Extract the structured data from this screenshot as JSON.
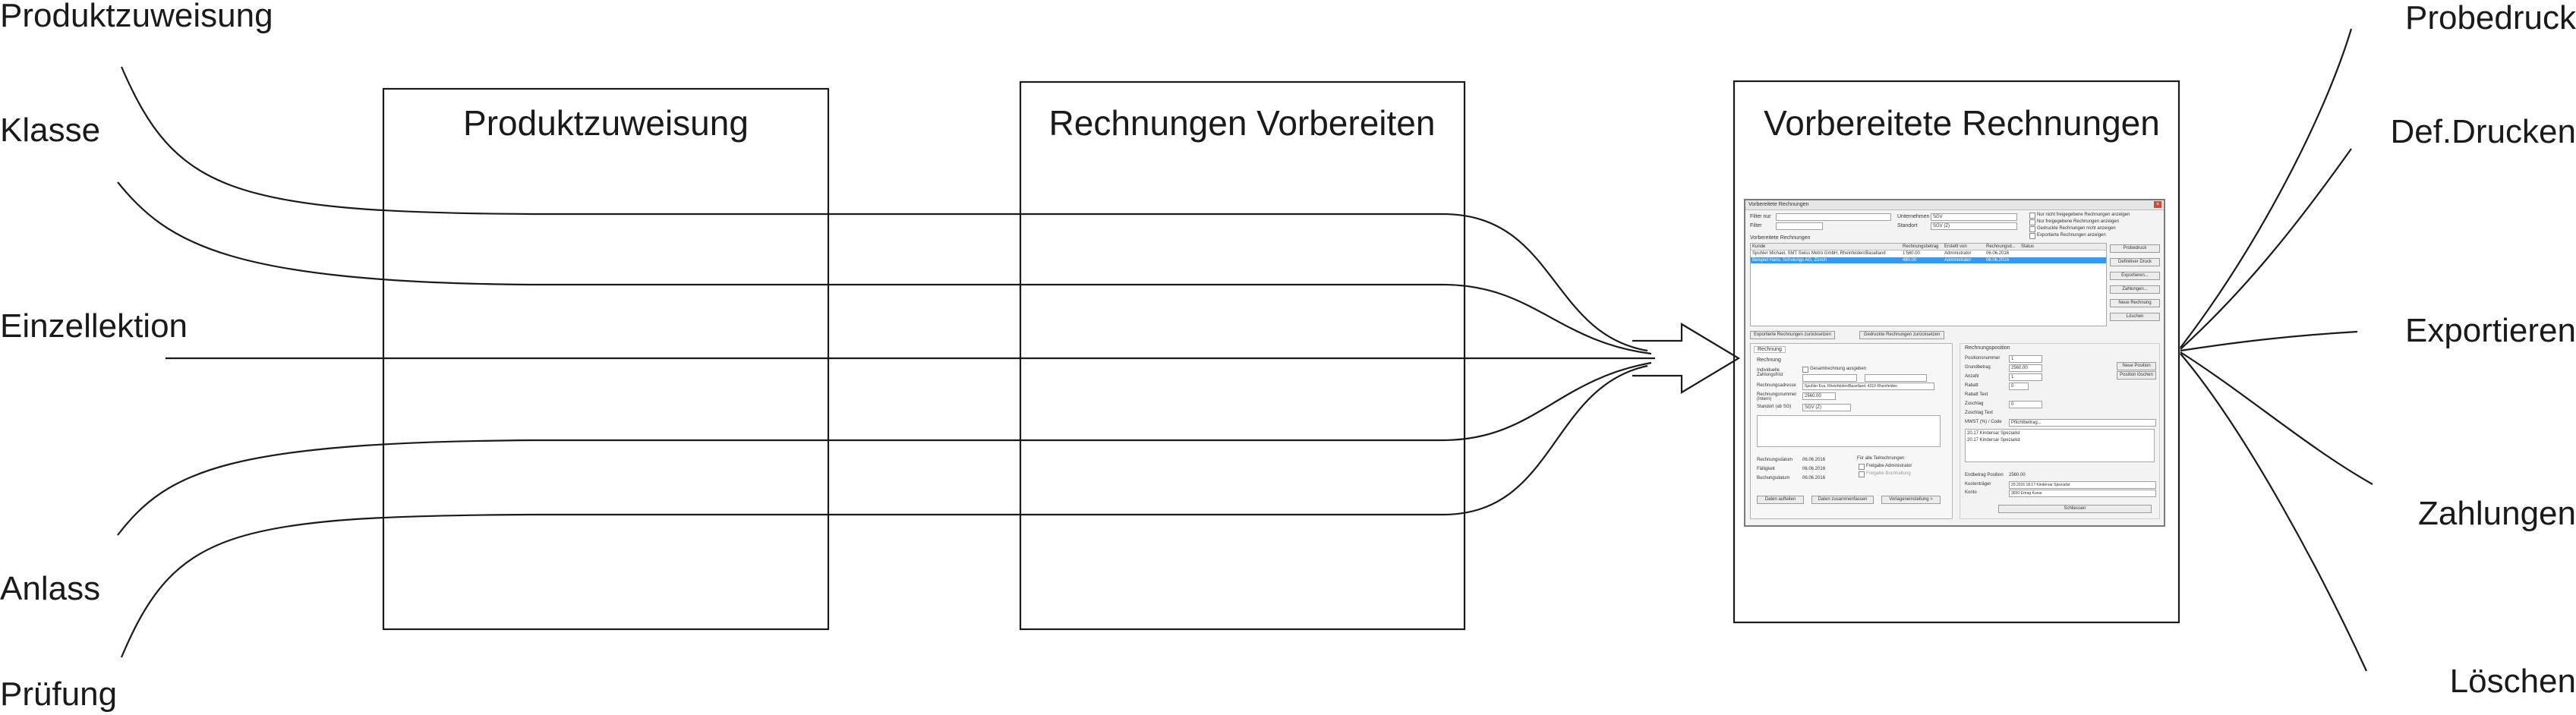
{
  "inputs": [
    "Produktzuweisung",
    "Klasse",
    "Einzellektion",
    "Anlass",
    "Prüfung"
  ],
  "boxes": {
    "box1": "Produktzuweisung",
    "box2": "Rechnungen Vorbereiten",
    "box3": "Vorbereitete Rechnungen"
  },
  "outputs": [
    "Probedruck",
    "Def.Drucken",
    "Exportieren",
    "Zahlungen",
    "Löschen"
  ],
  "screenshot": {
    "window_title": "Vorbereitete Rechnungen",
    "filter_label": "Filter nur",
    "filter2_label": "Filter",
    "unternehmen_label": "Unternehmen",
    "standort_label": "Standort",
    "unternehmen_value": "SGV",
    "standort_value": "SGV (Z)",
    "checkboxes": [
      "Nur nicht freigegebene Rechnungen anzeigen",
      "Nur freigegebene Rechnungen anzeigen",
      "Gedruckte Rechnungen nicht anzeigen",
      "Exportierte Rechnungen anzeigen"
    ],
    "section_label": "Vorbereitete Rechnungen",
    "table_headers": [
      "Kunde",
      "Rechnungsbetrag",
      "Erstellt von",
      "Rechnungsd...",
      "Status"
    ],
    "table_rows": [
      [
        "Spuhler Michael, SMT Swiss Metro GmbH, Rheinfelden/Baselland",
        "1'560.00",
        "Administrator",
        "06.06.2016",
        ""
      ],
      [
        "Beispiel Hans, Schulungs AG, Zürich",
        "480.00",
        "Administrator",
        "06.06.2016",
        ""
      ]
    ],
    "side_buttons": [
      "Probedruck",
      "Definitiver Druck",
      "Exportieren...",
      "Zahlungen...",
      "Neue Rechnung",
      "Löschen"
    ],
    "bottom_buttons": [
      "Exportierte Rechnungen zurücksetzen",
      "Gedruckte Rechnungen zurücksetzen"
    ],
    "tab_label": "Rechnung",
    "rechnung_label": "Rechnung",
    "form_labels": [
      "Individuelle Zahlungsfrist",
      "Rechnungsadresse",
      "Rechnungsnummer (Intern)",
      "Standort (ab SG)"
    ],
    "form_values": [
      "Gesamtrechnung ausgeben",
      "Spuhler Eva, Rheinfelden/Baselland, 4310 Rheinfelden",
      "2560.00",
      "SGV (Z)"
    ],
    "dates": [
      [
        "Rechnungsdatum",
        "06.06.2016"
      ],
      [
        "Fälligkeit",
        "06.06.2016"
      ],
      [
        "Buchungsdatum",
        "06.06.2016"
      ]
    ],
    "freigabe_label": "Für alle Teilrechnungen",
    "freigabe_checks": [
      "Freigabe Administrator",
      "Freigabe Buchhaltung"
    ],
    "left_footer_buttons": [
      "Daten aufteilen",
      "Daten zusammenfassen",
      "Vorlageneinstellung >"
    ],
    "right_header": "Rechnungsposition",
    "right_labels": [
      "Positionsnummer",
      "Grundbetrag",
      "Anzahl",
      "Rabatt",
      "Rabatt Text",
      "Zuschlag",
      "Zuschlag Text",
      "MWST (%) / Code"
    ],
    "right_values": [
      "1",
      "2560.00",
      "1",
      "0",
      "",
      "0",
      "",
      "Pflichtbeitrag..."
    ],
    "right_lines": [
      "20.17 Kindersar Spezialist",
      "20.17 Kindersar Spezialist"
    ],
    "right_buttons": [
      "Neue Position",
      "Position löschen"
    ],
    "totals_labels": [
      "Endbetrag Position",
      "Kostenträger",
      "Konto"
    ],
    "totals_values": [
      "2560.00",
      "20.2016 18.17 Kindersar Spezialist",
      "3650 Ertrag Kurse"
    ],
    "action_button": "Schliessen"
  }
}
